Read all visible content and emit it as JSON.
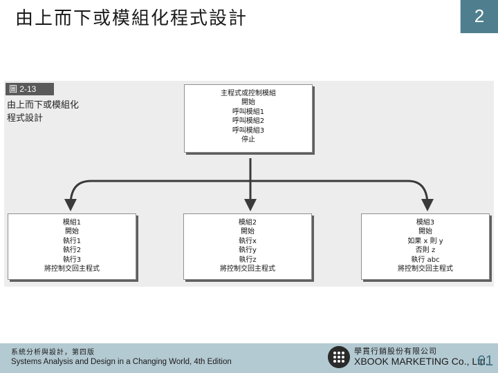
{
  "header": {
    "title": "由上而下或模組化程式設計",
    "slide_number": "2"
  },
  "figure": {
    "tag": "圖 2-13",
    "caption_lines": [
      "由上而下或模組化",
      "程式設計"
    ],
    "main_module": {
      "title": "主程式或控制模組",
      "lines": [
        "開始",
        "呼叫模組1",
        "呼叫模組2",
        "呼叫模組3",
        "停止"
      ]
    },
    "sub_modules": [
      {
        "title": "模組1",
        "lines": [
          "開始",
          "執行1",
          "執行2",
          "執行3",
          "將控制交回主程式"
        ]
      },
      {
        "title": "模組2",
        "lines": [
          "開始",
          "執行x",
          "執行y",
          "執行z",
          "將控制交回主程式"
        ]
      },
      {
        "title": "模組3",
        "lines": [
          "開始",
          "如果 x 則 y",
          "否則 z",
          "執行 abc",
          "將控制交回主程式"
        ]
      }
    ]
  },
  "footer": {
    "book_title_zh": "系統分析與設計，第四版",
    "book_title_en": "Systems Analysis and Design in a Changing World, 4th Edition",
    "publisher_zh": "學貫行銷股份有限公司",
    "publisher_en": "XBOOK MARKETING Co., Ltd.",
    "page_number": "61"
  },
  "colors": {
    "header_bar": "#4f7f8f",
    "footer_bar": "#b4cad2",
    "connector": "#3a3a3a",
    "figure_background": "#ededed"
  },
  "icons": [
    "xbook-logo-icon"
  ]
}
